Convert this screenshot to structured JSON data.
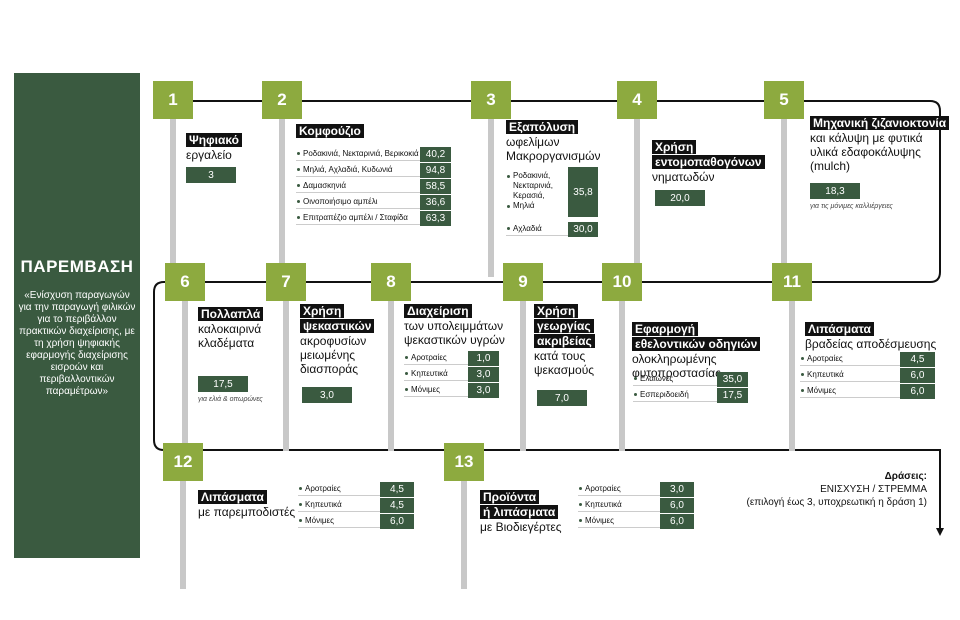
{
  "sidebar": {
    "title": "ΠΑΡΕΜΒΑΣΗ",
    "subtitle": "«Ενίσχυση παραγωγών για την παραγωγή φιλικών για το περιβάλλον πρακτικών διαχείρισης, με τη χρήση ψηφιακής εφαρμογής διαχείρισης εισροών και περιβαλλοντικών παραμέτρων»"
  },
  "steps": [
    {
      "num": "1",
      "hl": [
        "Ψηφιακό"
      ],
      "text": [
        "εργαλείο"
      ],
      "value": "3"
    },
    {
      "num": "2",
      "hl": [
        "Κομφούζιο"
      ],
      "rows": [
        {
          "label": "Ροδακινιά, Νεκταρινιά, Βερικοκιά",
          "value": "40,2"
        },
        {
          "label": "Μηλιά, Αχλαδιά, Κυδωνιά",
          "value": "94,8"
        },
        {
          "label": "Δαμασκηνιά",
          "value": "58,5"
        },
        {
          "label": "Οινοποιήσιμο αμπέλι",
          "value": "36,6"
        },
        {
          "label": "Επιτραπέζιο αμπέλι / Σταφίδα",
          "value": "63,3"
        }
      ]
    },
    {
      "num": "3",
      "hl": [
        "Εξαπόλυση"
      ],
      "text": [
        "ωφελίμων",
        "Μακροργανισμών"
      ],
      "group": {
        "labels": [
          "Ροδακινιά,",
          "Νεκταρινιά,",
          "Κερασιά,",
          "Μηλιά"
        ],
        "value": "35,8"
      },
      "rows": [
        {
          "label": "Αχλαδιά",
          "value": "30,0"
        }
      ]
    },
    {
      "num": "4",
      "hl": [
        "Χρήση",
        "εντομοπαθογόνων"
      ],
      "text": [
        "νηματωδών"
      ],
      "value": "20,0"
    },
    {
      "num": "5",
      "hl": [
        "Μηχανική ζιζανιοκτονία"
      ],
      "text": [
        "και κάλυψη με φυτικά",
        "υλικά εδαφοκάλυψης",
        "(mulch)"
      ],
      "value": "18,3",
      "note": "για τις μόνιμες καλλιέργειες"
    },
    {
      "num": "6",
      "hl": [
        "Πολλαπλά"
      ],
      "text": [
        "καλοκαιρινά",
        "κλαδέματα"
      ],
      "value": "17,5",
      "note": "για ελιά & οπωρώνες"
    },
    {
      "num": "7",
      "hl": [
        "Χρήση",
        "ψεκαστικών"
      ],
      "text": [
        "ακροφυσίων",
        "μειωμένης",
        "διασποράς"
      ],
      "value": "3,0"
    },
    {
      "num": "8",
      "hl": [
        "Διαχείριση"
      ],
      "text": [
        "των υπολειμμάτων",
        "ψεκαστικών υγρών"
      ],
      "rows": [
        {
          "label": "Αροτραίες",
          "value": "1,0"
        },
        {
          "label": "Κηπευτικά",
          "value": "3,0"
        },
        {
          "label": "Μόνιμες",
          "value": "3,0"
        }
      ]
    },
    {
      "num": "9",
      "hl": [
        "Χρήση",
        "γεωργίας",
        "ακριβείας"
      ],
      "text": [
        "κατά τους",
        "ψεκασμούς"
      ],
      "value": "7,0"
    },
    {
      "num": "10",
      "hl": [
        "Εφαρμογή",
        "εθελοντικών οδηγιών"
      ],
      "text": [
        "ολοκληρωμένης",
        "φυτοπροστασίας"
      ],
      "rows": [
        {
          "label": "Ελαιώνες",
          "value": "35,0"
        },
        {
          "label": "Εσπεριδοειδή",
          "value": "17,5"
        }
      ]
    },
    {
      "num": "11",
      "hl": [
        "Λιπάσματα"
      ],
      "text": [
        "βραδείας αποδέσμευσης"
      ],
      "rows": [
        {
          "label": "Αροτραίες",
          "value": "4,5"
        },
        {
          "label": "Κηπευτικά",
          "value": "6,0"
        },
        {
          "label": "Μόνιμες",
          "value": "6,0"
        }
      ]
    },
    {
      "num": "12",
      "hl": [
        "Λιπάσματα"
      ],
      "text": [
        "με παρεμποδιστές"
      ],
      "rows": [
        {
          "label": "Αροτραίες",
          "value": "4,5"
        },
        {
          "label": "Κηπευτικά",
          "value": "4,5"
        },
        {
          "label": "Μόνιμες",
          "value": "6,0"
        }
      ]
    },
    {
      "num": "13",
      "hl": [
        "Προϊόντα",
        "ή λιπάσματα"
      ],
      "text": [
        "με Βιοδιεγέρτες"
      ],
      "rows": [
        {
          "label": "Αροτραίες",
          "value": "3,0"
        },
        {
          "label": "Κηπευτικά",
          "value": "6,0"
        },
        {
          "label": "Μόνιμες",
          "value": "6,0"
        }
      ]
    }
  ],
  "legend": {
    "title": "Δράσεις:",
    "line1": "ΕΝΙΣΧΥΣΗ / ΣΤΡΕΜΜΑ",
    "line2": "(επιλογή έως 3, υποχρεωτική η δράση 1)"
  },
  "colors": {
    "dark_green": "#3a5a40",
    "light_green": "#8daa3f",
    "black": "#111111"
  }
}
